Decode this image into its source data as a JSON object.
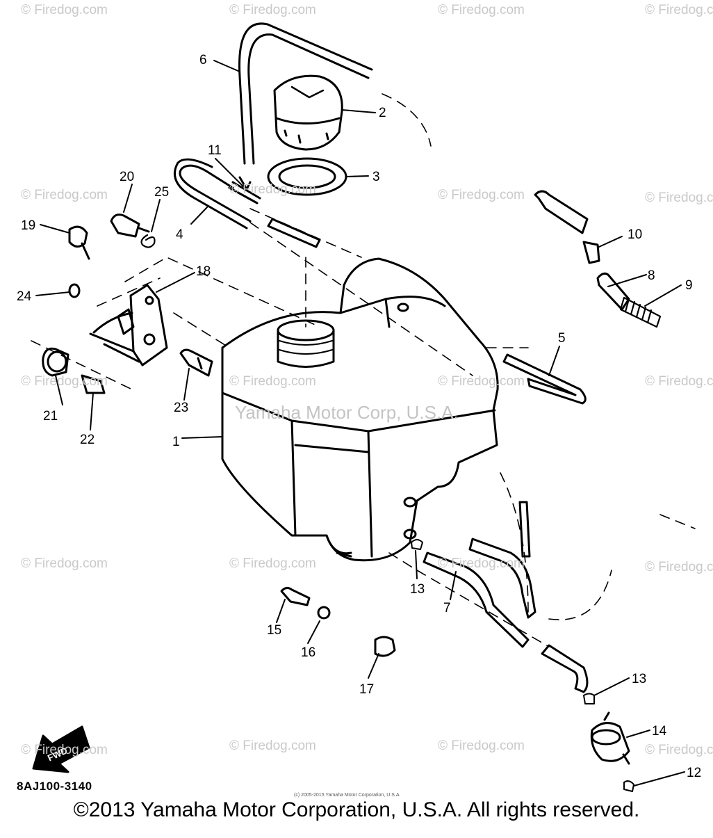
{
  "watermark": "© Firedog.com",
  "center_watermark": "Yamaha Motor Corp, U.S.A.",
  "part_code": "8AJ100-3140",
  "small_copyright": "(c) 2005-2015 Yamaha Motor Corporation, U.S.A.",
  "copyright": "©2013 Yamaha Motor Corporation, U.S.A. All rights reserved.",
  "fwd_label": "FWD",
  "callouts": [
    "1",
    "2",
    "3",
    "4",
    "5",
    "6",
    "7",
    "8",
    "9",
    "10",
    "11",
    "12",
    "13",
    "13",
    "13",
    "14",
    "15",
    "16",
    "17",
    "18",
    "19",
    "20",
    "21",
    "22",
    "23",
    "24",
    "25"
  ]
}
